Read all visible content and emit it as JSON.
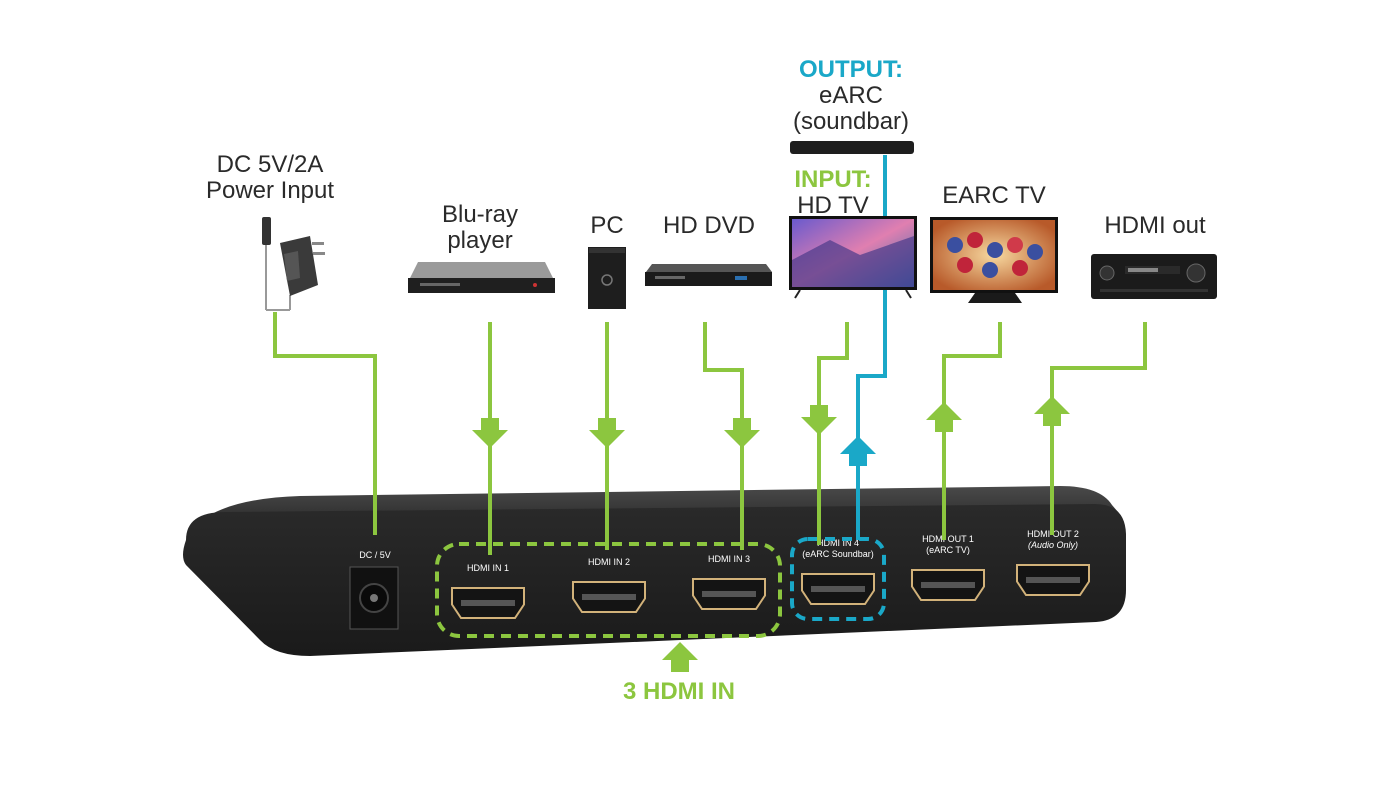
{
  "colors": {
    "line_green": "#8cc63f",
    "line_cyan": "#1aa8c8",
    "device_body": "#2b2b2b",
    "label_text": "#2a2a2a"
  },
  "devices": {
    "power": {
      "line1": "DC 5V/2A",
      "line2": "Power Input",
      "icon": "power-adapter-icon"
    },
    "bluray": {
      "line1": "Blu-ray",
      "line2": "player",
      "icon": "bluray-player-icon"
    },
    "pc": {
      "line1": "PC",
      "icon": "pc-tower-icon"
    },
    "hddvd": {
      "line1": "HD DVD",
      "icon": "dvd-player-icon"
    },
    "soundbar": {
      "label_output": "OUTPUT:",
      "line1": "eARC",
      "line2": "(soundbar)",
      "icon": "soundbar-icon"
    },
    "hdtv": {
      "label_input": "INPUT:",
      "line1": "HD TV",
      "icon": "tv-icon"
    },
    "earctv": {
      "line1": "EARC TV",
      "icon": "monitor-icon"
    },
    "hdmiout": {
      "line1": "HDMI out",
      "icon": "av-receiver-icon"
    }
  },
  "switch_ports": {
    "dc": "DC / 5V",
    "in1": "HDMI IN 1",
    "in2": "HDMI IN 2",
    "in3": "HDMI IN 3",
    "in4_line1": "HDMI IN 4",
    "in4_line2": "(eARC Soundbar)",
    "out1_line1": "HDMI OUT 1",
    "out1_line2": "(eARC TV)",
    "out2_line1": "HDMI OUT 2",
    "out2_line2": "(Audio Only)"
  },
  "footer": {
    "group_label": "3 HDMI IN"
  }
}
